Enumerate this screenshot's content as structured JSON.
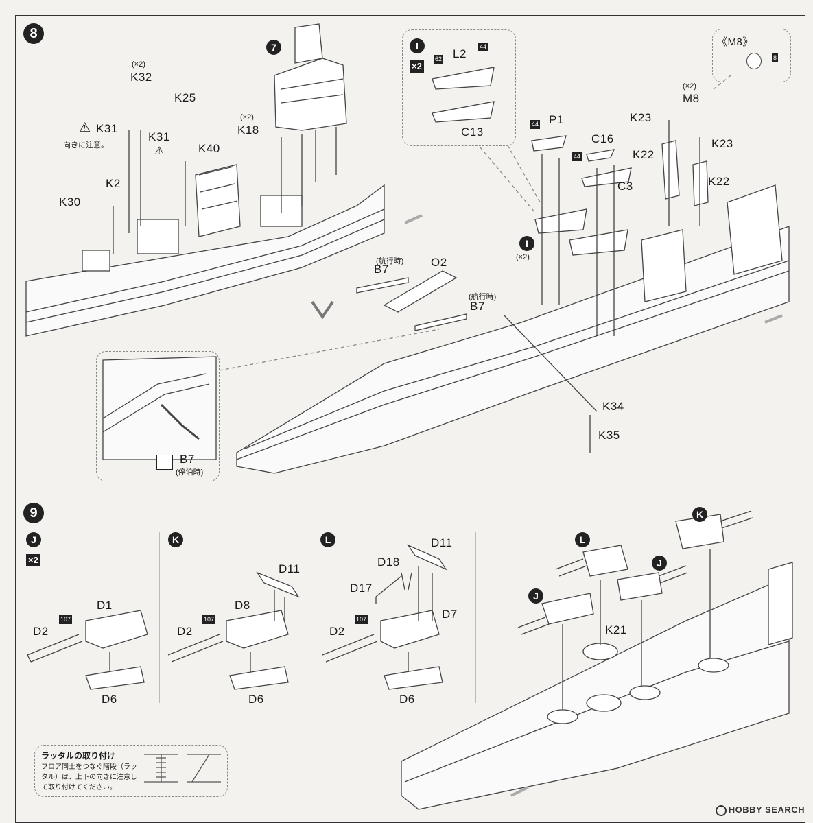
{
  "step8": {
    "number": "8",
    "sub_badge_7": "7",
    "subassembly_I": {
      "badge": "I",
      "multiplier": "×2",
      "paint_62": "62",
      "paint_44": "44",
      "part_L2": "L2",
      "part_C13": "C13"
    },
    "inset_M8": {
      "title": "《M8》",
      "paint": "8"
    },
    "labels": {
      "k32_count": "(×2)",
      "K32": "K32",
      "K25": "K25",
      "K31_left": "K31",
      "caution": "向きに注意。",
      "K31_right": "K31",
      "K40": "K40",
      "k18_count": "(×2)",
      "K18": "K18",
      "K2": "K2",
      "K30": "K30",
      "P1": "P1",
      "paint_44_p1": "44",
      "C16": "C16",
      "paint_44_c16": "44",
      "C3": "C3",
      "K23_left": "K23",
      "m8_count": "(×2)",
      "M8": "M8",
      "K23_right": "K23",
      "K22_left": "K22",
      "K22_right": "K22",
      "I_badge": "I",
      "I_count": "(×2)",
      "b7_left_note": "(航行時)",
      "B7_left": "B7",
      "O2": "O2",
      "b7_right_note": "(航行時)",
      "B7_right": "B7",
      "K34": "K34",
      "K35": "K35",
      "B7_inset": "B7",
      "b7_inset_note": "(停泊時)"
    }
  },
  "step9": {
    "number": "9",
    "J": {
      "badge": "J",
      "multiplier": "×2",
      "D1": "D1",
      "D2": "D2",
      "paint": "107",
      "D6": "D6"
    },
    "K": {
      "badge": "K",
      "D11": "D11",
      "D8": "D8",
      "D2": "D2",
      "paint": "107",
      "D6": "D6"
    },
    "L": {
      "badge": "L",
      "D11": "D11",
      "D18": "D18",
      "D17": "D17",
      "D7": "D7",
      "D2": "D2",
      "paint": "107",
      "D6": "D6"
    },
    "hull": {
      "K_badge": "K",
      "L_badge": "L",
      "J_badge_right": "J",
      "J_badge_left": "J",
      "K21": "K21"
    },
    "tip": {
      "title": "ラッタルの取り付け",
      "body": "フロア同士をつなぐ階段（ラッタル）は、上下の向きに注意して取り付けてください。"
    }
  },
  "watermark": "HOBBY SEARCH"
}
